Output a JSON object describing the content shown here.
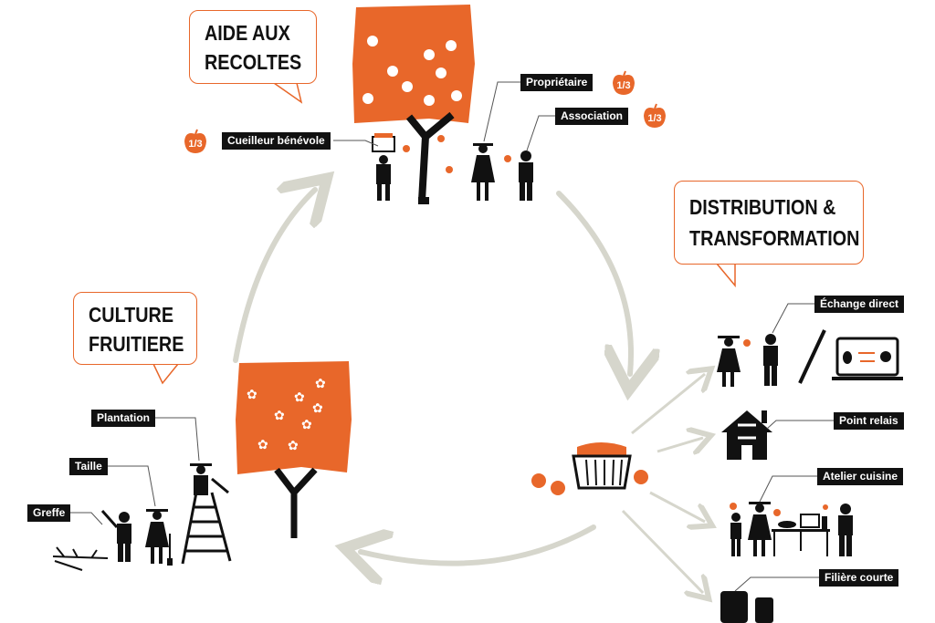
{
  "colors": {
    "accent": "#e8672a",
    "ink": "#111111",
    "arrow": "#d6d6cc"
  },
  "bubbles": {
    "harvest": [
      "AIDE AUX",
      "RECOLTES"
    ],
    "distribution": [
      "DISTRIBUTION &",
      "TRANSFORMATION"
    ],
    "culture": [
      "CULTURE",
      "FRUITIERE"
    ]
  },
  "harvest_roles": [
    {
      "label": "Cueilleur bénévole",
      "share": "1/3"
    },
    {
      "label": "Propriétaire",
      "share": "1/3"
    },
    {
      "label": "Association",
      "share": "1/3"
    }
  ],
  "culture_steps": [
    "Plantation",
    "Taille",
    "Greffe"
  ],
  "distribution_channels": [
    "Échange direct",
    "Point relais",
    "Atelier cuisine",
    "Filière courte"
  ]
}
